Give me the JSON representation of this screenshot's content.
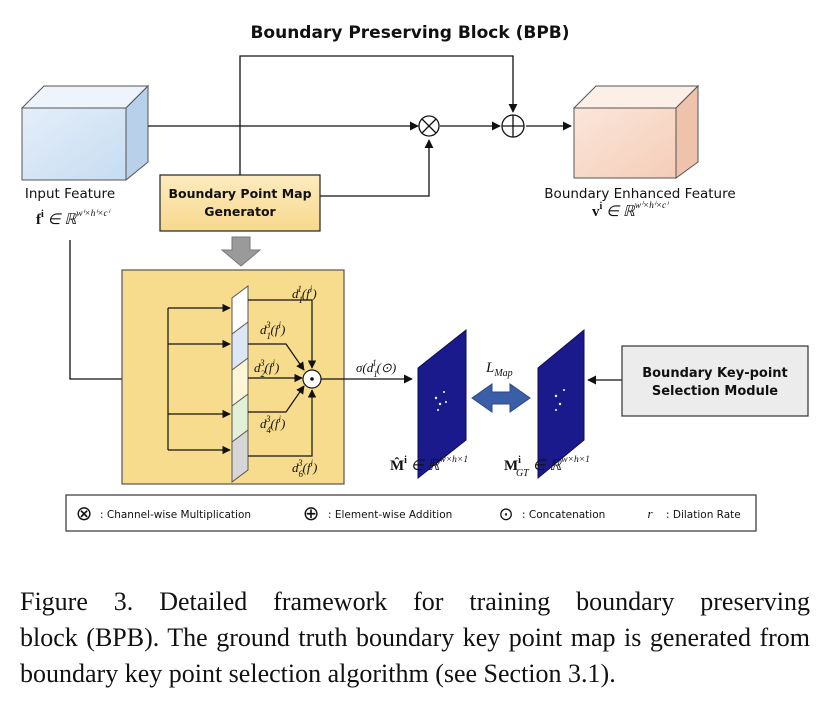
{
  "title": "Boundary Preserving Block (BPB)",
  "input_feature": {
    "label": "Input Feature",
    "formula_main": "f",
    "formula_sup": "i",
    "formula_rest": " ∈ ℝ",
    "formula_dims": "wⁱ×hⁱ×cⁱ"
  },
  "output_feature": {
    "label": "Boundary Enhanced Feature",
    "formula_main": "v",
    "formula_sup": "i",
    "formula_rest": " ∈ ℝ",
    "formula_dims": "wⁱ×hⁱ×cⁱ"
  },
  "generator": {
    "line1": "Boundary Point Map",
    "line2": "Generator"
  },
  "dilated_labels": [
    {
      "base": "d",
      "sub": "1",
      "sup": "1",
      "arg": "(f",
      "argsup": "i",
      "close": ")"
    },
    {
      "base": "d",
      "sub": "1",
      "sup": "3",
      "arg": "(f",
      "argsup": "i",
      "close": ")"
    },
    {
      "base": "d",
      "sub": "2",
      "sup": "3",
      "arg": "(f",
      "argsup": "i",
      "close": ")"
    },
    {
      "base": "d",
      "sub": "4",
      "sup": "3",
      "arg": "(f",
      "argsup": "i",
      "close": ")"
    },
    {
      "base": "d",
      "sub": "6",
      "sup": "3",
      "arg": "(f",
      "argsup": "i",
      "close": ")"
    }
  ],
  "sigma_label": "σ(d",
  "sigma_sub": "1",
  "sigma_sup": "1",
  "sigma_rest": "(⊙)",
  "loss_label": "L",
  "loss_sub": "Map",
  "pred_map": {
    "main": "M̂",
    "sup": "i",
    "rest": " ∈ ℝ",
    "dims": "w×h×1"
  },
  "gt_map": {
    "main": "M",
    "sup": "i",
    "sub": "GT",
    "rest": " ∈ ℝ",
    "dims": "w×h×1"
  },
  "selection_module": {
    "line1": "Boundary Key-point",
    "line2": "Selection Module"
  },
  "legend": [
    {
      "symbol": "⊗",
      "text": ": Channel-wise Multiplication"
    },
    {
      "symbol": "⊕",
      "text": ": Element-wise Addition"
    },
    {
      "symbol": "⊙",
      "text": ": Concatenation"
    },
    {
      "symbol": "r",
      "text": ": Dilation Rate"
    }
  ],
  "caption": {
    "line1": "Figure 3. Detailed framework for training boundary preserving",
    "rest": "block (BPB). The ground truth boundary key point map is generated from boundary key point selection algorithm (see Section 3.1)."
  },
  "colors": {
    "input_cube": "#d5e6f7",
    "output_cube": "#f9dccc",
    "generator_box": "#fbe3a8",
    "detail_box": "#f7dc8d",
    "map": "#1a1a8c",
    "loss_arrow": "#3a5fa8",
    "module_box": "#ececec"
  }
}
